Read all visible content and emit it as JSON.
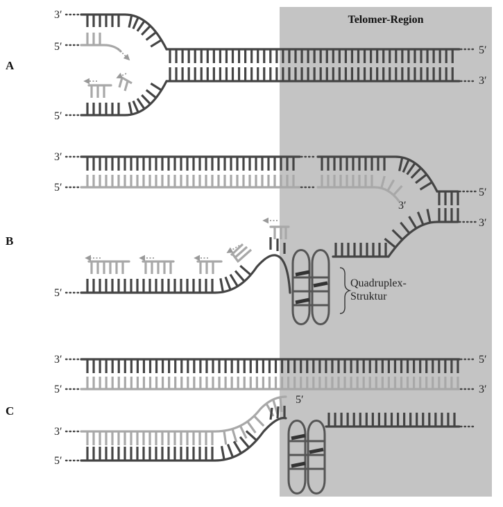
{
  "title": "Telomer-Region",
  "panels": [
    "A",
    "B",
    "C"
  ],
  "ends": {
    "three": "3′",
    "five": "5′"
  },
  "quadruplex": {
    "line1": "Quadruplex-",
    "line2": "Struktur"
  },
  "colors": {
    "dark": "#444444",
    "light": "#a8a8a8",
    "region": "#c4c4c4",
    "arrow": "#999999"
  }
}
